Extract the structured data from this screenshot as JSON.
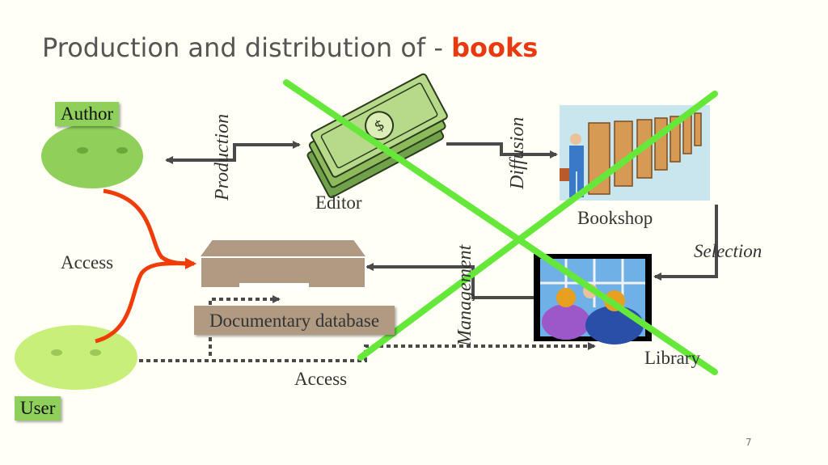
{
  "title": {
    "prefix": "Production and distribution of - ",
    "highlight": "books"
  },
  "nodes": {
    "author": "Author",
    "user": "User",
    "editor": "Editor",
    "bookshop": "Bookshop",
    "library": "Library",
    "database": "Documentary database"
  },
  "edges": {
    "production": "Production",
    "diffusion": "Diffusion",
    "selection": "Selection",
    "management": "Management",
    "access_left": "Access",
    "access_bottom": "Access"
  },
  "page_number": "7",
  "colors": {
    "title_highlight": "#e83a10",
    "access_arrow": "#f03c08",
    "cross": "#66e83a",
    "author_face": "#8ed05a",
    "user_face": "#c8ef7a"
  }
}
